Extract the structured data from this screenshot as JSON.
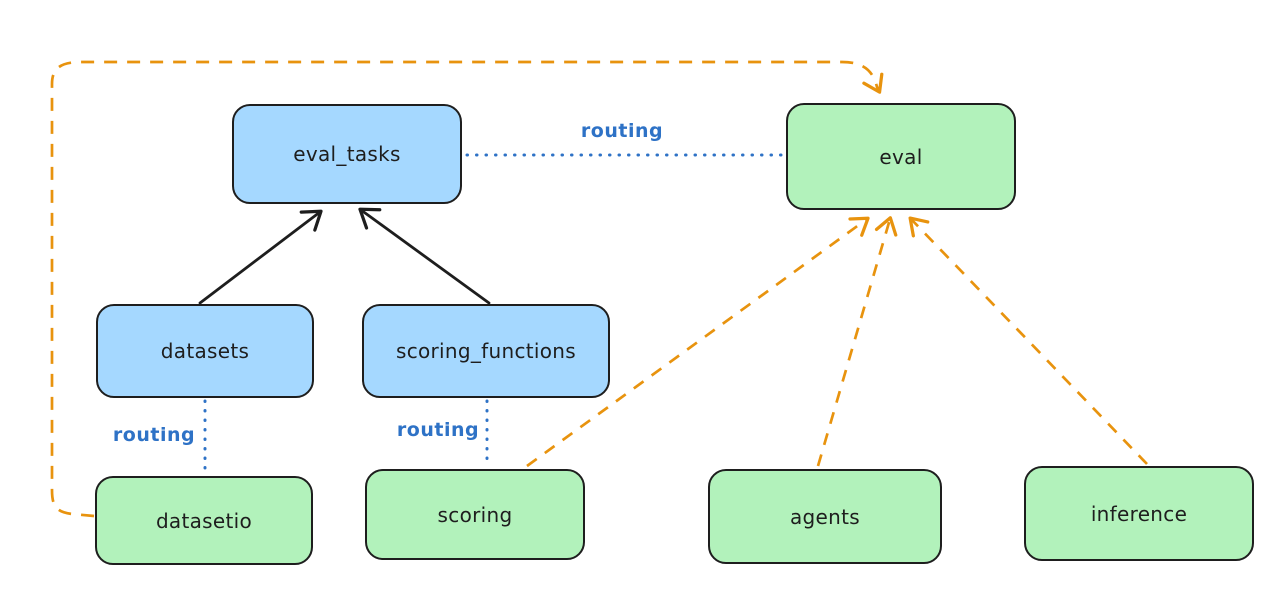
{
  "diagram": {
    "background_color": "#ffffff",
    "colors": {
      "node_stroke": "#1e1e1e",
      "blue_node_fill": "#a5d8ff",
      "green_node_fill": "#b2f2bb",
      "routing_line_color": "#2e72c6",
      "orange_dashed_color": "#e8930e",
      "black_arrow_color": "#1e1e1e"
    },
    "nodes": [
      {
        "id": "eval_tasks",
        "label": "eval_tasks",
        "fill": "blue"
      },
      {
        "id": "eval",
        "label": "eval",
        "fill": "green"
      },
      {
        "id": "datasets",
        "label": "datasets",
        "fill": "blue"
      },
      {
        "id": "scoring_functions",
        "label": "scoring_functions",
        "fill": "blue"
      },
      {
        "id": "datasetio",
        "label": "datasetio",
        "fill": "green"
      },
      {
        "id": "scoring",
        "label": "scoring",
        "fill": "green"
      },
      {
        "id": "agents",
        "label": "agents",
        "fill": "green"
      },
      {
        "id": "inference",
        "label": "inference",
        "fill": "green"
      }
    ],
    "edges": [
      {
        "from": "datasets",
        "to": "eval_tasks",
        "style": "solid-black-arrow",
        "label": ""
      },
      {
        "from": "scoring_functions",
        "to": "eval_tasks",
        "style": "solid-black-arrow",
        "label": ""
      },
      {
        "from": "eval_tasks",
        "to": "eval",
        "style": "dotted-blue",
        "label": "routing"
      },
      {
        "from": "datasets",
        "to": "datasetio",
        "style": "dotted-blue",
        "label": "routing"
      },
      {
        "from": "scoring_functions",
        "to": "scoring",
        "style": "dotted-blue",
        "label": "routing"
      },
      {
        "from": "datasetio",
        "to": "eval",
        "style": "dashed-orange-arrow",
        "label": ""
      },
      {
        "from": "scoring",
        "to": "eval",
        "style": "dashed-orange-arrow",
        "label": ""
      },
      {
        "from": "agents",
        "to": "eval",
        "style": "dashed-orange-arrow",
        "label": ""
      },
      {
        "from": "inference",
        "to": "eval",
        "style": "dashed-orange-arrow",
        "label": ""
      }
    ],
    "edge_labels": [
      {
        "text": "routing"
      },
      {
        "text": "routing"
      },
      {
        "text": "routing"
      }
    ]
  }
}
